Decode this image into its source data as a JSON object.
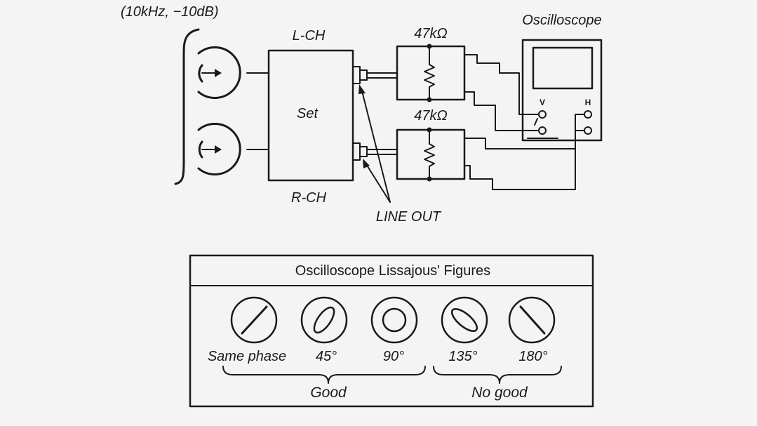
{
  "signal_label": "(10kHz, −10dB)",
  "set": {
    "top_label": "L-CH",
    "center_label": "Set",
    "bottom_label": "R-CH",
    "output_label": "LINE OUT"
  },
  "resistors": {
    "top_value": "47kΩ",
    "bottom_value": "47kΩ"
  },
  "oscilloscope": {
    "title": "Oscilloscope",
    "v_label": "V",
    "h_label": "H"
  },
  "lissajous": {
    "title": "Oscilloscope Lissajous' Figures",
    "figures": [
      {
        "label": "Same phase",
        "shape": "line-rising"
      },
      {
        "label": "45°",
        "shape": "ellipse-rising"
      },
      {
        "label": "90°",
        "shape": "circle"
      },
      {
        "label": "135°",
        "shape": "ellipse-falling"
      },
      {
        "label": "180°",
        "shape": "line-falling"
      }
    ],
    "good_label": "Good",
    "nogood_label": "No good"
  }
}
